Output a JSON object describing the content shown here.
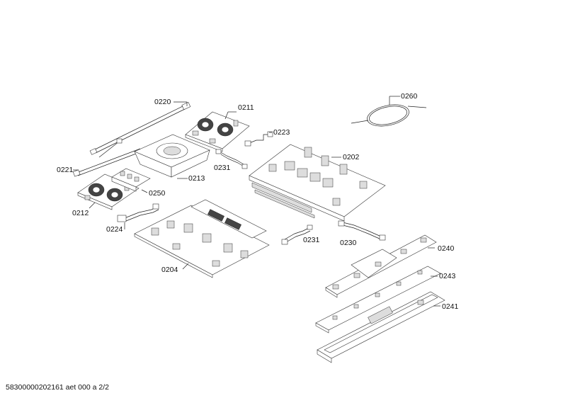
{
  "labels": {
    "p0220": "0220",
    "p0211": "0211",
    "p0260": "0260",
    "p0223": "0223",
    "p0221": "0221",
    "p0202": "0202",
    "p0231a": "0231",
    "p0213": "0213",
    "p0250": "0250",
    "p0212": "0212",
    "p0224": "0224",
    "p0231b": "0231",
    "p0230": "0230",
    "p0240": "0240",
    "p0204": "0204",
    "p0243": "0243",
    "p0241": "0241"
  },
  "footer": {
    "doc_id": "58300000202161 aet 000 a 2/2"
  }
}
